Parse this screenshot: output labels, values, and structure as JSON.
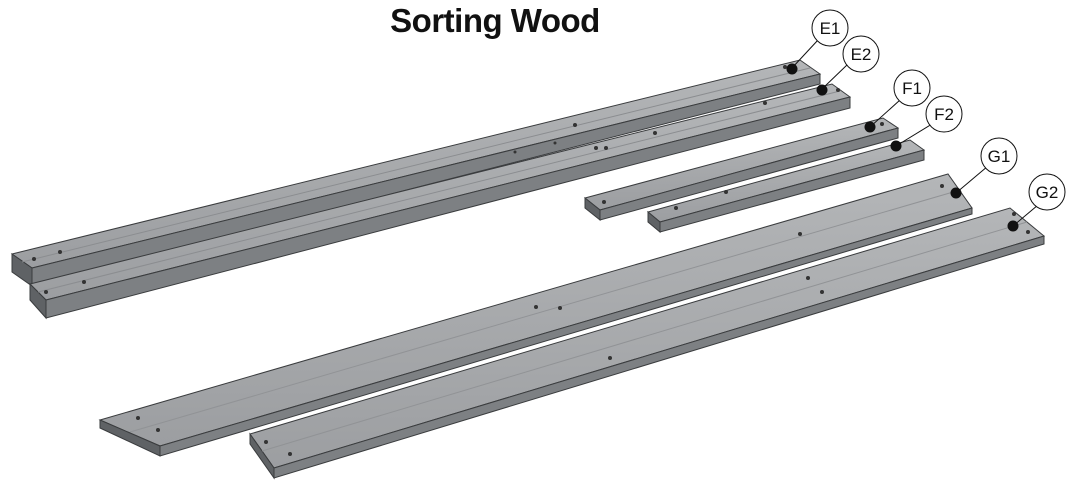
{
  "title": "Sorting Wood",
  "parts": [
    {
      "id": "E1",
      "label": "E1"
    },
    {
      "id": "E2",
      "label": "E2"
    },
    {
      "id": "F1",
      "label": "F1"
    },
    {
      "id": "F2",
      "label": "F2"
    },
    {
      "id": "G1",
      "label": "G1"
    },
    {
      "id": "G2",
      "label": "G2"
    }
  ],
  "colors": {
    "wood_top": "#a7a9ab",
    "wood_side": "#7d8083",
    "wood_end": "#5f6265",
    "outline": "#3a3c3e",
    "marker": "#111111"
  }
}
